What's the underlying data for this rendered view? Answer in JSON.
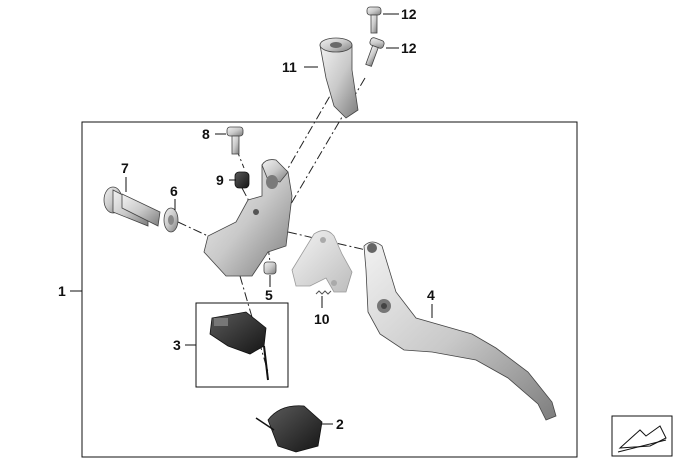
{
  "callouts": {
    "c1": "1",
    "c2": "2",
    "c3": "3",
    "c4": "4",
    "c5": "5",
    "c6": "6",
    "c7": "7",
    "c8": "8",
    "c9": "9",
    "c10": "10",
    "c11": "11",
    "c12a": "12",
    "c12b": "12"
  },
  "colors": {
    "line": "#111111",
    "metal_light": "#e6e6e6",
    "metal_dark": "#8c8c8c",
    "plastic": "#2a2a2a"
  },
  "icons": {
    "corner_symbol": "direction-arrow-icon"
  }
}
